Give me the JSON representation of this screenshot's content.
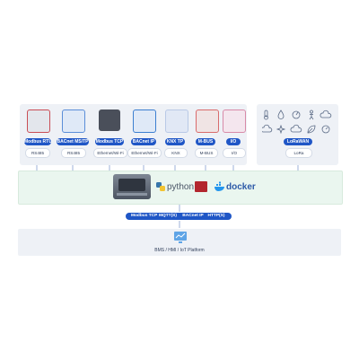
{
  "devices": [
    {
      "chip": "Modbus RTU",
      "iface": "RS485",
      "color": "#c94d55"
    },
    {
      "chip": "BACnet MS/TP",
      "iface": "RS485",
      "color": "#5b8ed8"
    },
    {
      "chip": "Modbus TCP",
      "iface": "Ethernet/Wi-Fi",
      "color": "#4a4f5a"
    },
    {
      "chip": "BACnet IP",
      "iface": "Ethernet/Wi-Fi",
      "color": "#3c7fd0"
    },
    {
      "chip": "KNX TP",
      "iface": "KNX",
      "color": "#b9c9e6"
    },
    {
      "chip": "M-BUS",
      "iface": "M-BUS",
      "color": "#d96b6b"
    },
    {
      "chip": "I/O",
      "iface": "I/O",
      "color": "#d88aa8"
    }
  ],
  "sensors": {
    "chip": "LoRaWAN",
    "iface": "LoRa",
    "icons": [
      "thermometer-icon",
      "droplet-icon",
      "gauge-icon",
      "person-icon",
      "cloud-icon",
      "cloud-icon",
      "sparkle-icon",
      "cloud-icon",
      "leaf-icon",
      "dial-icon"
    ]
  },
  "middle": {
    "logos": [
      "python",
      "docker"
    ]
  },
  "protocols": [
    "Modbus TCP",
    "MQTT(S)",
    "BACnet IP",
    "HTTP(S)"
  ],
  "platform": "BMS / HMI / IoT Platform",
  "colors": {
    "accent": "#1f56c6",
    "band": "#eaf6ef",
    "panel": "#eef1f6"
  }
}
